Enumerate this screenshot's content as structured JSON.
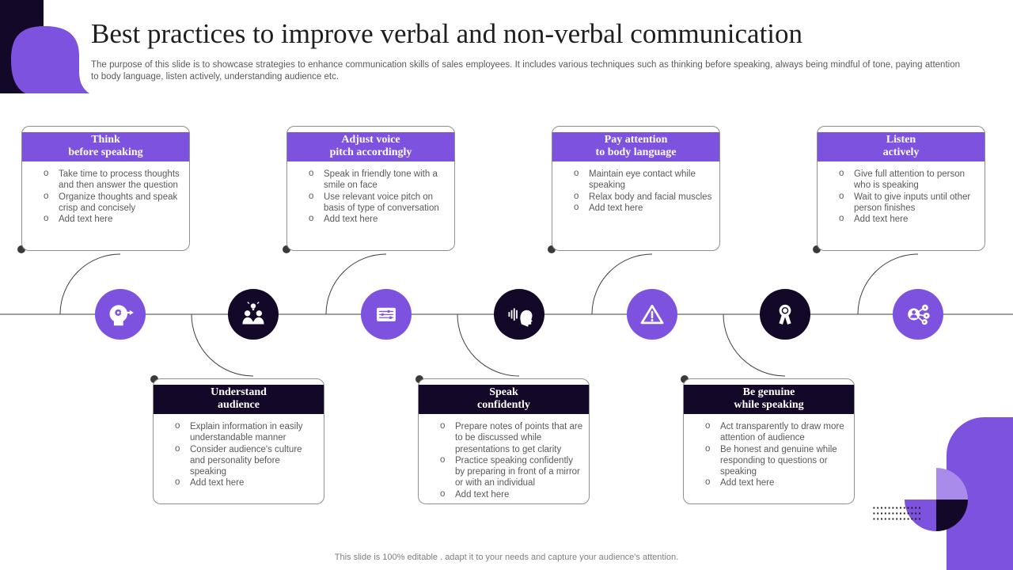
{
  "header": {
    "title": "Best practices to improve verbal and non-verbal communication",
    "subtitle": "The purpose of this slide is to showcase strategies to enhance communication skills of sales employees. It includes various techniques such as thinking before speaking, always being mindful of tone, paying attention to body language, listen actively, understanding audience etc."
  },
  "footer": {
    "note": "This slide is 100% editable . adapt it to your needs and capture your audience's attention."
  },
  "ui": {
    "bullet_marker": "o"
  },
  "colors": {
    "accent_purple": "#7D52DE",
    "dark_navy": "#130828",
    "light_purple": "#A98BEB",
    "line_gray": "#3F3F3F",
    "body_text_gray": "#595959"
  },
  "timeline": {
    "nodes": [
      {
        "icon": "thinking-head-gear-icon",
        "style": "purple"
      },
      {
        "icon": "handshake-idea-icon",
        "style": "dark"
      },
      {
        "icon": "sliders-panel-icon",
        "style": "purple"
      },
      {
        "icon": "speaking-profile-icon",
        "style": "dark"
      },
      {
        "icon": "warning-triangle-icon",
        "style": "purple"
      },
      {
        "icon": "award-ribbon-icon",
        "style": "dark"
      },
      {
        "icon": "share-network-icon",
        "style": "purple"
      }
    ]
  },
  "cards": [
    {
      "title": "Think\nbefore speaking",
      "bullets": [
        "Take time to process thoughts and then answer the question",
        "Organize thoughts and speak crisp and concisely",
        "Add text here"
      ]
    },
    {
      "title": "Understand\naudience",
      "bullets": [
        "Explain information in easily understandable manner",
        "Consider audience's culture and personality before speaking",
        "Add text here"
      ]
    },
    {
      "title": "Adjust voice\npitch accordingly",
      "bullets": [
        "Speak in friendly tone with a smile on face",
        "Use relevant voice pitch on basis of type of conversation",
        "Add text here"
      ]
    },
    {
      "title": "Speak\nconfidently",
      "bullets": [
        "Prepare notes of points that are to be discussed while presentations to get clarity",
        "Practice speaking confidently by preparing in front of a mirror or with an individual",
        "Add text here"
      ]
    },
    {
      "title": "Pay attention\nto body language",
      "bullets": [
        "Maintain eye contact while speaking",
        "Relax body and facial muscles",
        "Add text here"
      ]
    },
    {
      "title": "Be genuine\nwhile speaking",
      "bullets": [
        "Act transparently to draw more attention of audience",
        "Be honest and genuine while responding to questions or speaking",
        "Add text here"
      ]
    },
    {
      "title": "Listen\nactively",
      "bullets": [
        "Give full attention to person who is speaking",
        "Wait to give inputs until other person finishes",
        "Add text here"
      ]
    }
  ]
}
